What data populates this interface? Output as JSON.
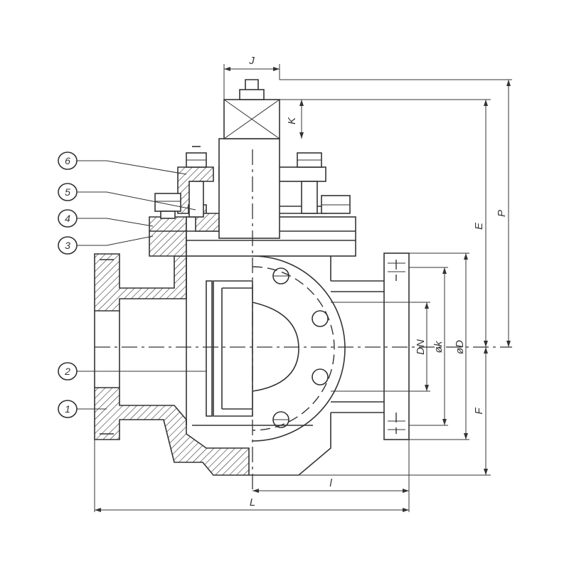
{
  "figure": {
    "dimension_labels": {
      "J": "J",
      "K": "K",
      "E": "E",
      "P": "P",
      "F": "F",
      "DN": "DN",
      "k": "øk",
      "D": "øD",
      "l": "l",
      "L": "L"
    },
    "callouts": [
      "1",
      "2",
      "3",
      "4",
      "5",
      "6"
    ]
  }
}
